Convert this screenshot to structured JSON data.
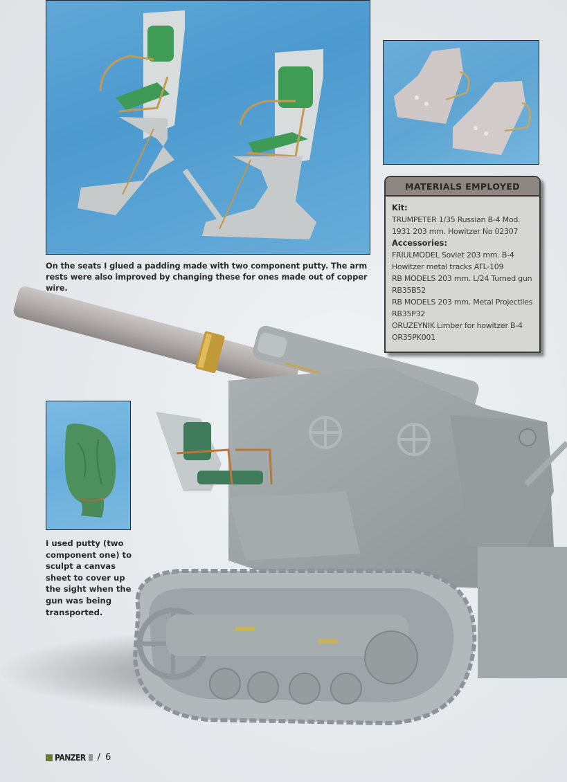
{
  "page": {
    "background_color": "#e3e7ea"
  },
  "photos": {
    "seats": {
      "subject": "two scale-model gunner seats with green putty padding and copper wire arm rests",
      "background_color": "#5ba4d5"
    },
    "armrests": {
      "subject": "two seat backs with metal wire arm rests",
      "background_color": "#66abd8"
    },
    "canvas_sheet": {
      "subject": "green putty canvas sheet tied with copper wire",
      "background_color": "#74b6df"
    },
    "howitzer": {
      "subject": "grey 1/35 B-4 203 mm tracked howitzer model"
    }
  },
  "captions": {
    "seats": "On the seats I glued a padding made with two component putty. The arm rests were also improved by changing these for ones made out of copper wire.",
    "canvas_sheet": "I used putty (two component one) to sculpt a canvas sheet to cover up the sight when the gun was being transported."
  },
  "materials": {
    "title": "MATERIALS EMPLOYED",
    "kit_label": "Kit:",
    "kit_lines": [
      "TRUMPETER 1/35 Russian B-4 Mod.",
      "1931 203 mm. Howitzer No 02307"
    ],
    "accessories_label": "Accessories:",
    "accessories_lines": [
      "FRIULMODEL  Soviet 203 mm. B-4",
      "Howitzer metal tracks ATL-109",
      "RB MODELS 203 mm. L/24 Turned gun",
      "RB35B52",
      "RB MODELS 203 mm. Metal Projectiles",
      "RB35P32",
      "ORUZEYNIK Limber for howitzer B-4",
      "OR35PK001"
    ],
    "header_color": "#8e8680",
    "body_color": "#d6d6d5"
  },
  "folio": {
    "brand": "PANZER",
    "separator": "/",
    "page_number": "6",
    "accent_color": "#6b7a3a"
  }
}
